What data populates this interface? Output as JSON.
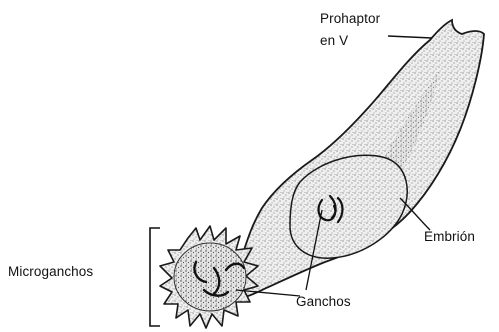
{
  "labels": {
    "prohaptor": [
      "Prohaptor",
      "en V"
    ],
    "embrion": "Embrión",
    "microganchos": "Microganchos",
    "ganchos": "Ganchos"
  },
  "colors": {
    "stroke": "#1a1a1a",
    "fill": "#ececec",
    "stipple": "#555555",
    "text": "#111111"
  }
}
